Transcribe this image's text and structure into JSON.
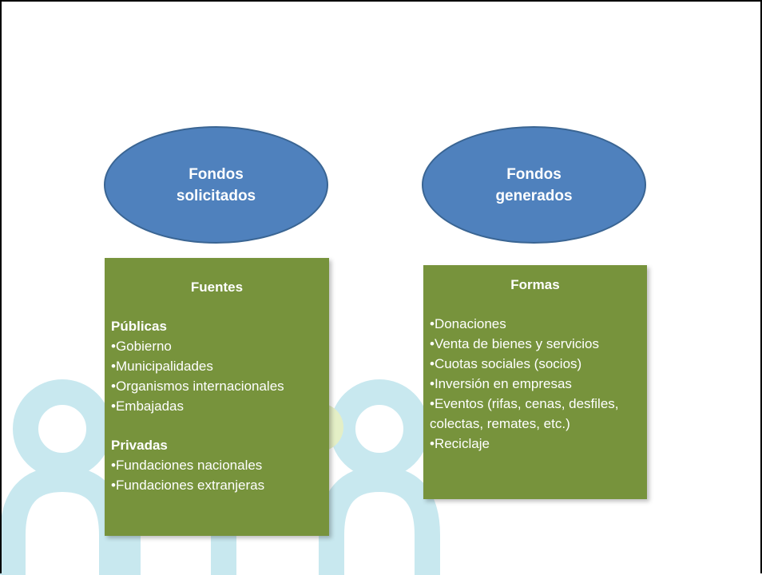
{
  "colors": {
    "ellipse_fill": "#4f81bd",
    "box_fill": "#77933c",
    "watermark": "#c8e8ef"
  },
  "left": {
    "ellipse_label": "Fondos\nsolicitados",
    "box_title": "Fuentes",
    "public_heading": "Públicas",
    "public_items": [
      "•Gobierno",
      "•Municipalidades",
      "•Organismos internacionales",
      "•Embajadas"
    ],
    "private_heading": "Privadas",
    "private_items": [
      "•Fundaciones nacionales",
      "•Fundaciones extranjeras"
    ]
  },
  "right": {
    "ellipse_label": "Fondos\ngenerados",
    "box_title": "Formas",
    "items": [
      "•Donaciones",
      "•Venta de bienes y servicios",
      "•Cuotas sociales (socios)",
      "•Inversión en empresas",
      "•Eventos (rifas, cenas, desfiles, colectas, remates, etc.)",
      "•Reciclaje"
    ]
  }
}
